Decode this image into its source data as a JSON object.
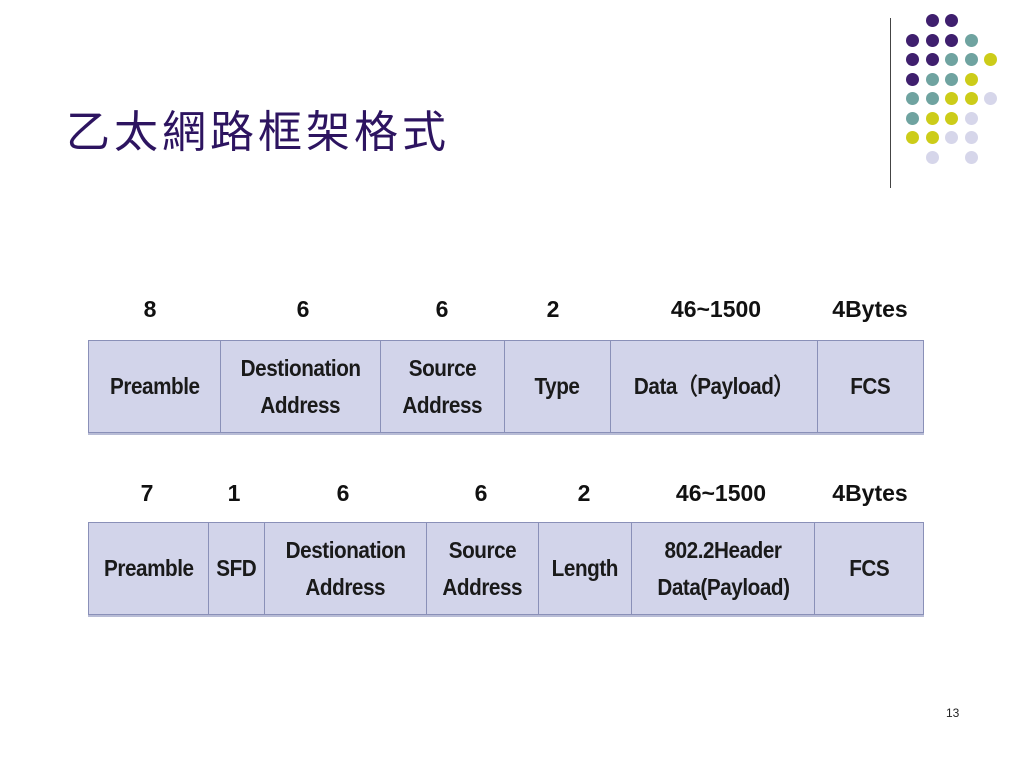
{
  "slide": {
    "title": "乙太網路框架格式",
    "page_number": "13"
  },
  "decoration": {
    "colors": {
      "purple": "#3f1f6e",
      "teal": "#6fa3a0",
      "olive": "#cccc19",
      "lavender": "#d6d6ea"
    }
  },
  "frame1": {
    "sizes": [
      "8",
      "6",
      "6",
      "2",
      "46~1500",
      "4Bytes"
    ],
    "fields": [
      {
        "lines": [
          "Preamble"
        ]
      },
      {
        "lines": [
          "Destionation",
          "Address"
        ]
      },
      {
        "lines": [
          "Source",
          "Address"
        ]
      },
      {
        "lines": [
          "Type"
        ]
      },
      {
        "lines": [
          "Data（Payload）"
        ]
      },
      {
        "lines": [
          "FCS"
        ]
      }
    ]
  },
  "frame2": {
    "sizes": [
      "7",
      "1",
      "6",
      "6",
      "2",
      "46~1500",
      "4Bytes"
    ],
    "fields": [
      {
        "lines": [
          "Preamble"
        ]
      },
      {
        "lines": [
          "SFD"
        ]
      },
      {
        "lines": [
          "Destionation",
          "Address"
        ]
      },
      {
        "lines": [
          "Source",
          "Address"
        ]
      },
      {
        "lines": [
          "Length"
        ]
      },
      {
        "lines": [
          "802.2Header",
          "Data(Payload)"
        ]
      },
      {
        "lines": [
          "FCS"
        ]
      }
    ]
  }
}
